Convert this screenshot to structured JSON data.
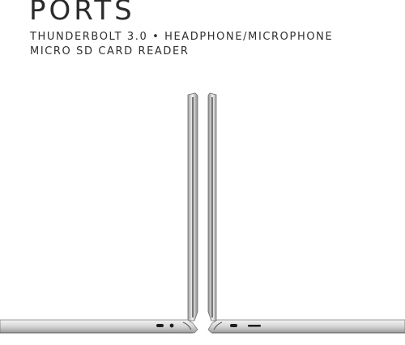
{
  "heading": "PORTS",
  "specs": {
    "line1": "THUNDERBOLT 3.0 • HEADPHONE/MICROPHONE",
    "line2": "MICRO SD CARD READER"
  },
  "colors": {
    "background": "#ffffff",
    "text": "#2b2b2b",
    "chassis": "#c9c9c9",
    "port": "#1e1e1e"
  }
}
